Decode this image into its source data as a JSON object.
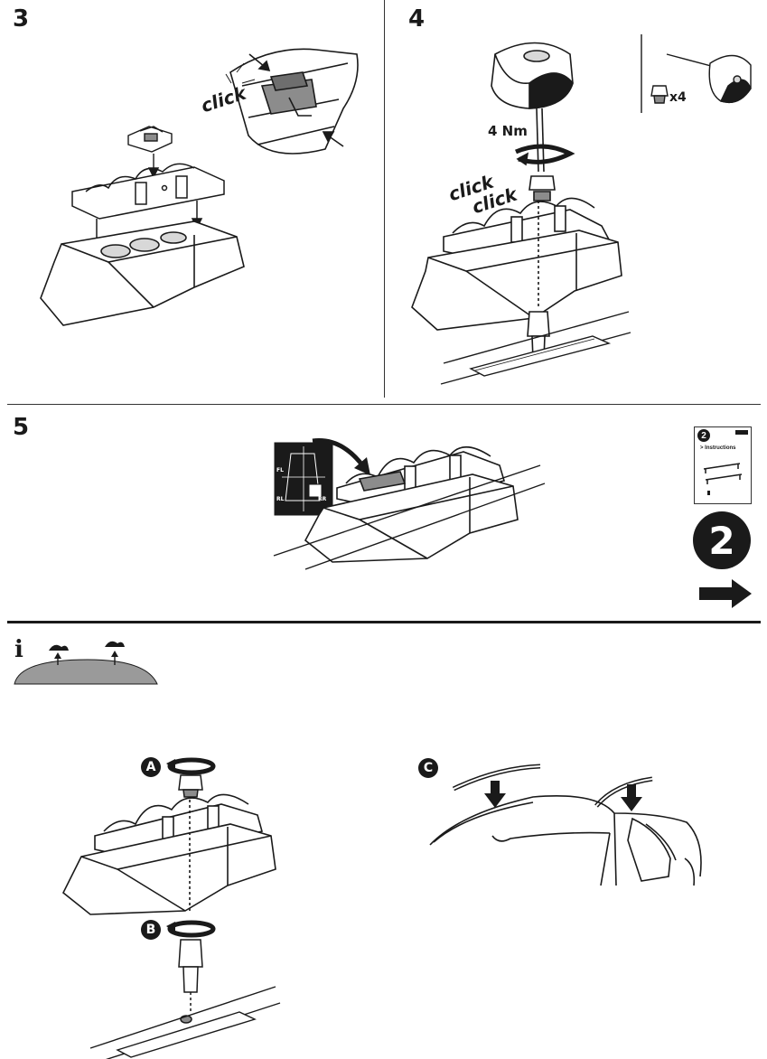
{
  "steps": {
    "s3": {
      "number": "3",
      "click": "click"
    },
    "s4": {
      "number": "4",
      "torque": "4 Nm",
      "click1": "click",
      "click2": "click",
      "qty": "x4"
    },
    "s5": {
      "number": "5",
      "tag_fl": "FL",
      "tag_rl": "RL",
      "tag_rr": "RR"
    }
  },
  "next": {
    "booklet_step": "2",
    "booklet_title": "> Instructions",
    "big_step": "2"
  },
  "info": {
    "icon": "i",
    "callouts": [
      {
        "letter": "A"
      },
      {
        "letter": "B"
      },
      {
        "letter": "C"
      }
    ]
  },
  "icons": {
    "arrow": "arrow-right-icon",
    "info": "info-icon",
    "rotate": "rotate-icon"
  },
  "colors": {
    "ink": "#1a1a1a",
    "part_gray": "#8c8c8c",
    "roof_gray": "#9a9a9a",
    "light_gray": "#d8d8d8"
  }
}
